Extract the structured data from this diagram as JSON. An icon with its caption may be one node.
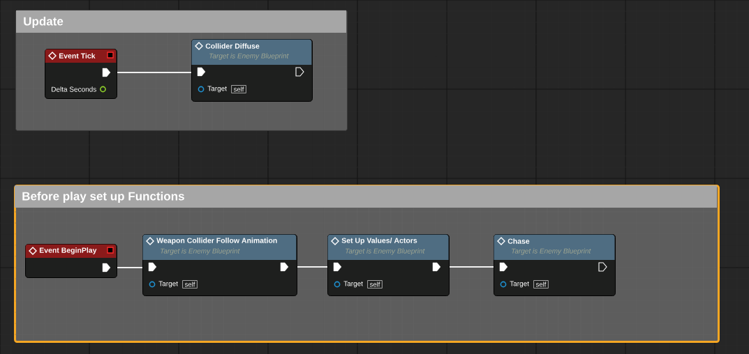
{
  "diagram": {
    "nodes": [
      {
        "text": [
          "Update"
        ]
      },
      {
        "text": [
          "Event Tick",
          "Delta Seconds"
        ],
        "in": 0
      },
      {
        "text": [
          "Collider Diffuse",
          "Target is Enemy Blueprint",
          "Target",
          "self"
        ],
        "in": 0
      },
      {
        "text": [
          "Before play set up Functions"
        ]
      },
      {
        "text": [
          "Event BeginPlay"
        ],
        "in": 3
      },
      {
        "text": [
          "Weapon Collider Follow Animation",
          "Target is Enemy Blueprint",
          "Target",
          "self"
        ],
        "in": 3
      },
      {
        "text": [
          "Set Up Values/ Actors",
          "Target is Enemy Blueprint",
          "Target",
          "self"
        ],
        "in": 3
      },
      {
        "text": [
          "Chase",
          "Target is Enemy Blueprint",
          "Target",
          "self"
        ],
        "in": 3
      }
    ],
    "edges": [
      {
        "from": 1,
        "to": 2,
        "arrow": "none"
      },
      {
        "from": 4,
        "to": 5,
        "arrow": "none"
      },
      {
        "from": 5,
        "to": 6,
        "arrow": "none"
      },
      {
        "from": 6,
        "to": 7,
        "arrow": "none"
      }
    ]
  }
}
